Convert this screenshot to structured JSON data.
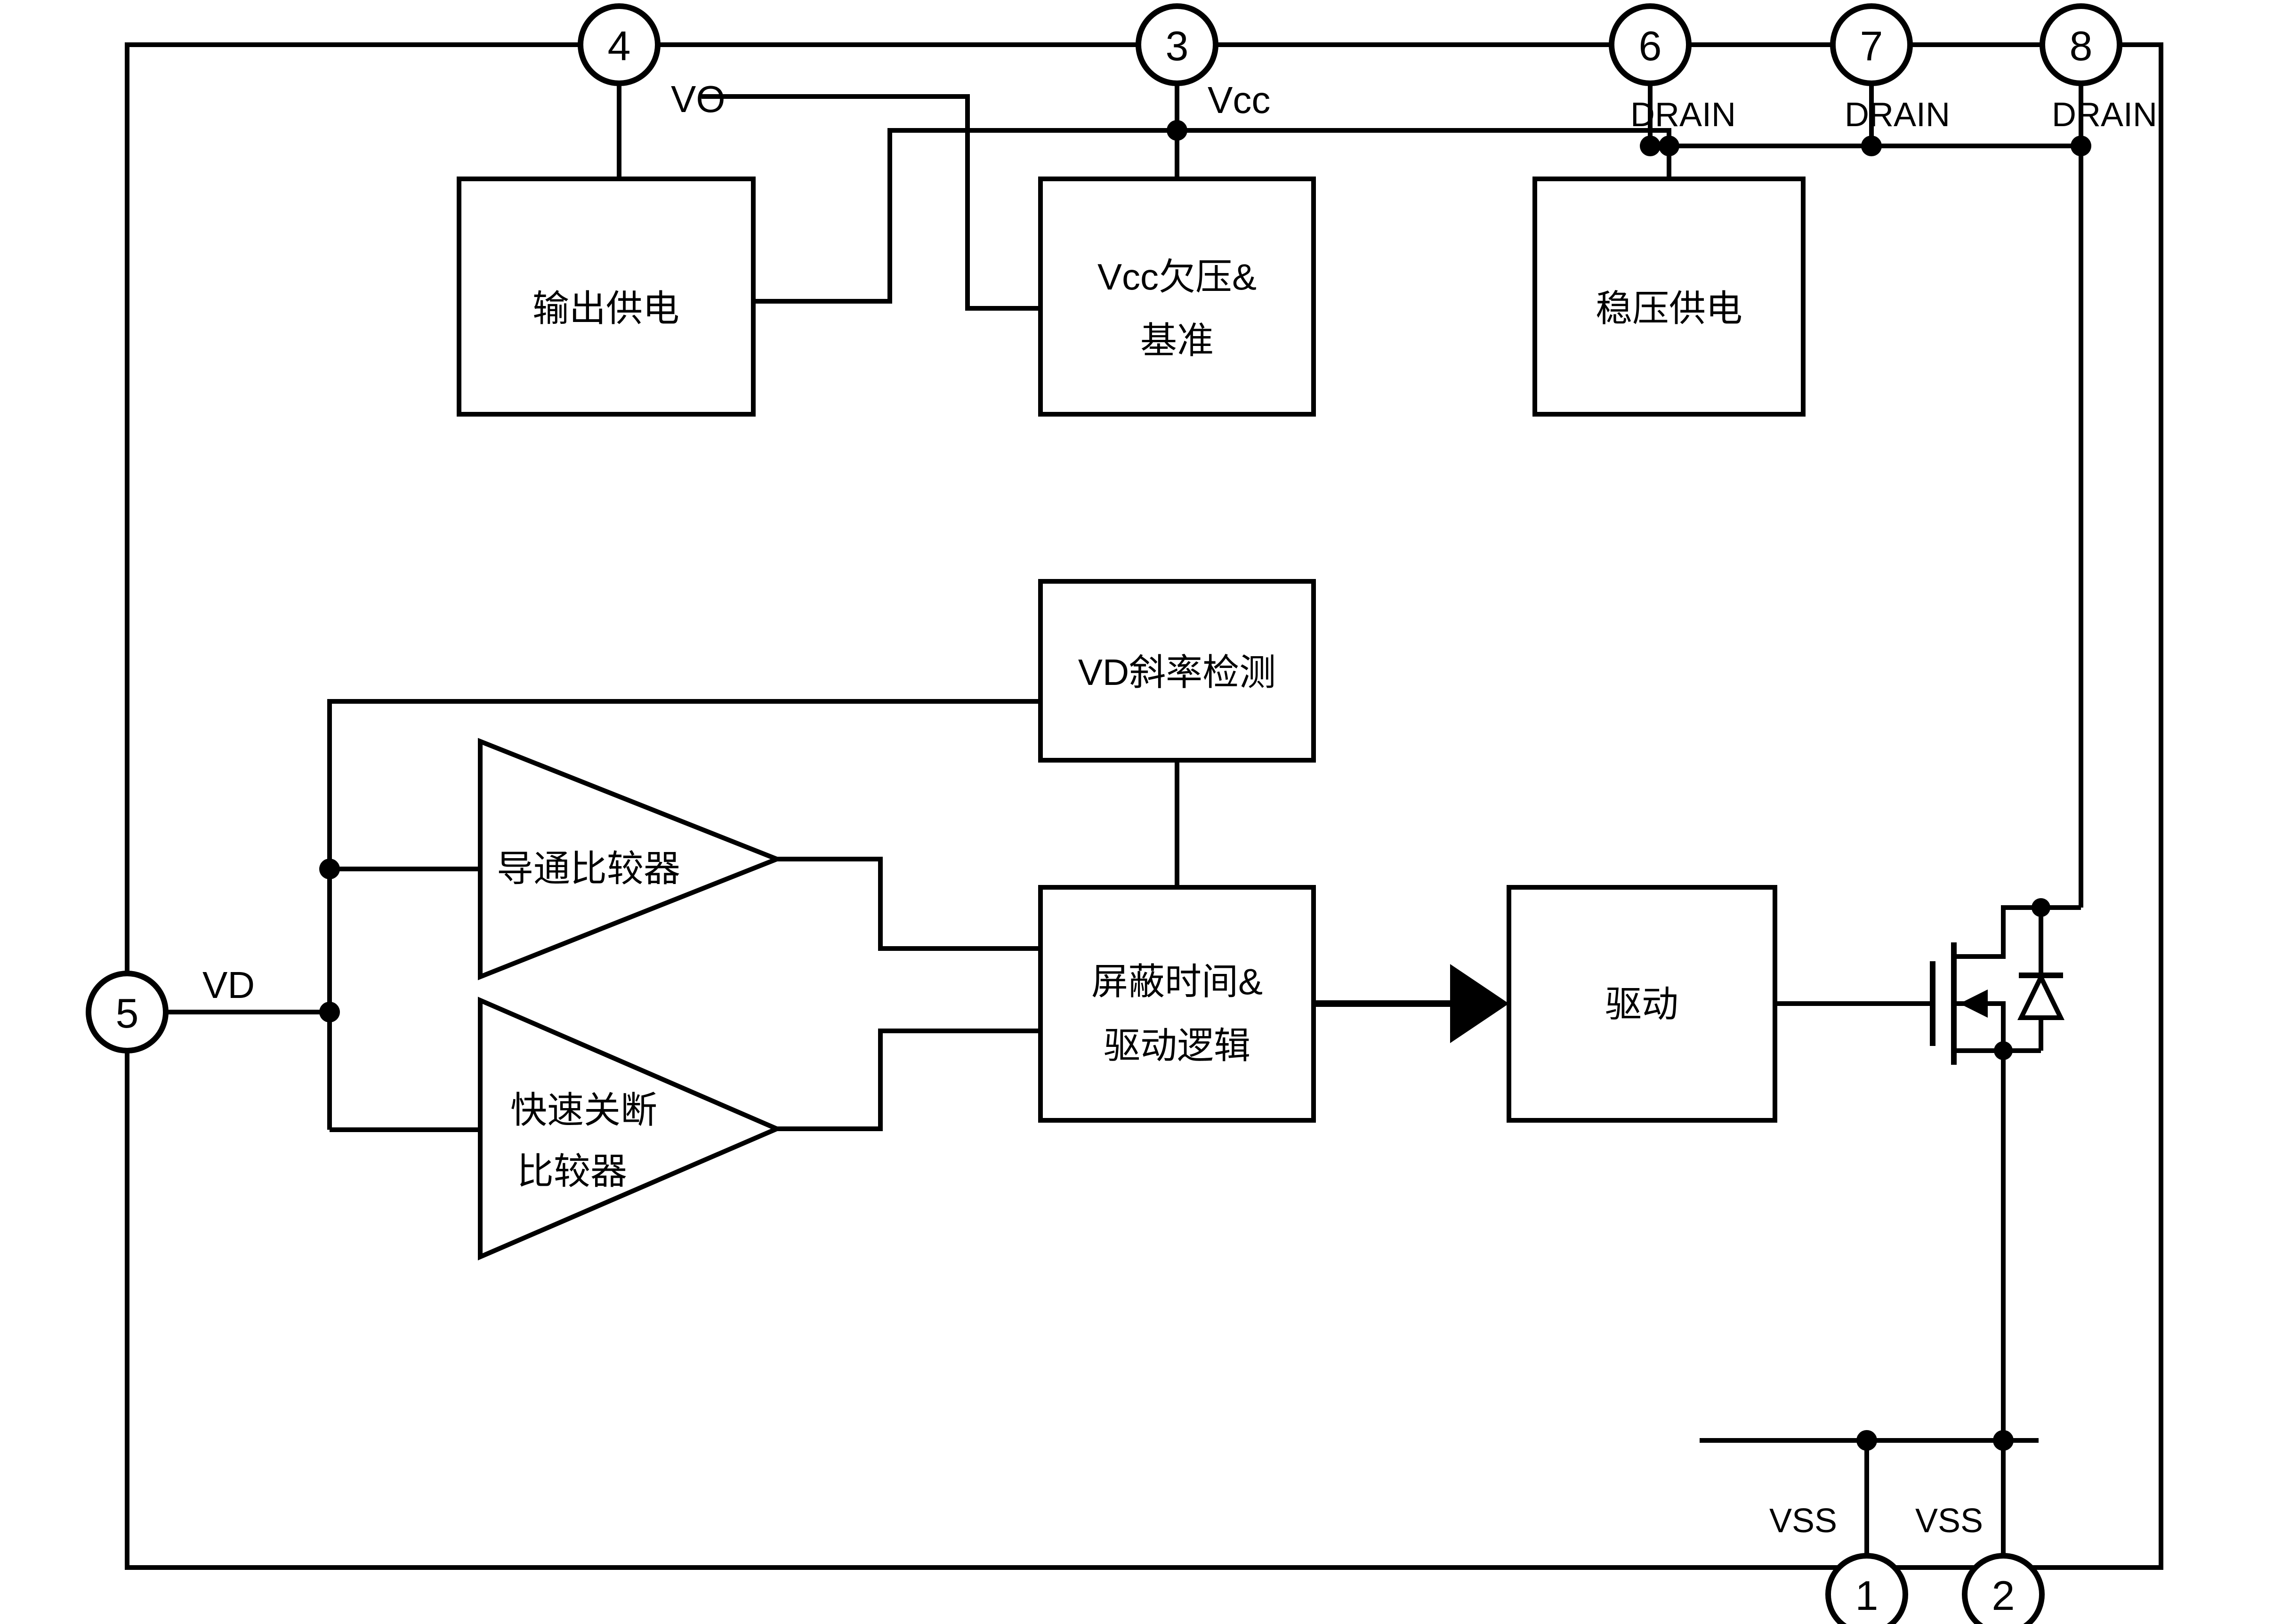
{
  "diagram": {
    "title": "synchronous-rectifier controller functional block diagram",
    "colors": {
      "line": "#000000",
      "block_fill": "#ffffff",
      "background": "#ffffff"
    },
    "pins": [
      {
        "number": "1",
        "name": "VSS"
      },
      {
        "number": "2",
        "name": "VSS"
      },
      {
        "number": "3",
        "name": "Vcc"
      },
      {
        "number": "4",
        "name": "VO"
      },
      {
        "number": "5",
        "name": "VD"
      },
      {
        "number": "6",
        "name": "DRAIN"
      },
      {
        "number": "7",
        "name": "DRAIN"
      },
      {
        "number": "8",
        "name": "DRAIN"
      }
    ],
    "blocks": {
      "output_supply": {
        "label": "输出供电"
      },
      "vcc_uvlo": {
        "line1": "Vcc欠压&",
        "line2": "基准"
      },
      "reg_supply": {
        "label": "稳压供电"
      },
      "slope_detect": {
        "label": "VD斜率检测"
      },
      "blank_logic": {
        "line1": "屏蔽时间&",
        "line2": "驱动逻辑"
      },
      "driver": {
        "label": "驱动"
      },
      "comp_on": {
        "label": "导通比较器"
      },
      "comp_fastoff": {
        "line1": "快速关断",
        "line2": "比较器"
      }
    },
    "connections": [
      {
        "from": "pin-VO",
        "to": "output-supply-block"
      },
      {
        "from": "pin-VO",
        "to": "vcc-uvlo-reference-block"
      },
      {
        "from": "output-supply-block",
        "to": "vcc-rail"
      },
      {
        "from": "pin-Vcc",
        "to": "vcc-rail"
      },
      {
        "from": "vcc-rail",
        "to": "regulated-supply-block"
      },
      {
        "from": "drain-bus",
        "to": "regulated-supply-block"
      },
      {
        "from": "pins-DRAIN",
        "to": "drain-bus"
      },
      {
        "from": "drain-bus",
        "to": "mosfet-drain"
      },
      {
        "from": "pin-VD",
        "to": "vd-bus"
      },
      {
        "from": "vd-bus",
        "to": "vd-slope-detect-block"
      },
      {
        "from": "vd-bus",
        "to": "turn-on-comparator"
      },
      {
        "from": "vd-bus",
        "to": "fast-turnoff-comparator"
      },
      {
        "from": "vd-slope-detect-block",
        "to": "blanking-drive-logic-block"
      },
      {
        "from": "turn-on-comparator",
        "to": "blanking-drive-logic-block"
      },
      {
        "from": "fast-turnoff-comparator",
        "to": "blanking-drive-logic-block"
      },
      {
        "from": "blanking-drive-logic-block",
        "to": "driver-block"
      },
      {
        "from": "driver-block",
        "to": "mosfet-gate"
      },
      {
        "from": "mosfet-source",
        "to": "vss-bus"
      },
      {
        "from": "pins-VSS",
        "to": "vss-bus"
      }
    ]
  }
}
